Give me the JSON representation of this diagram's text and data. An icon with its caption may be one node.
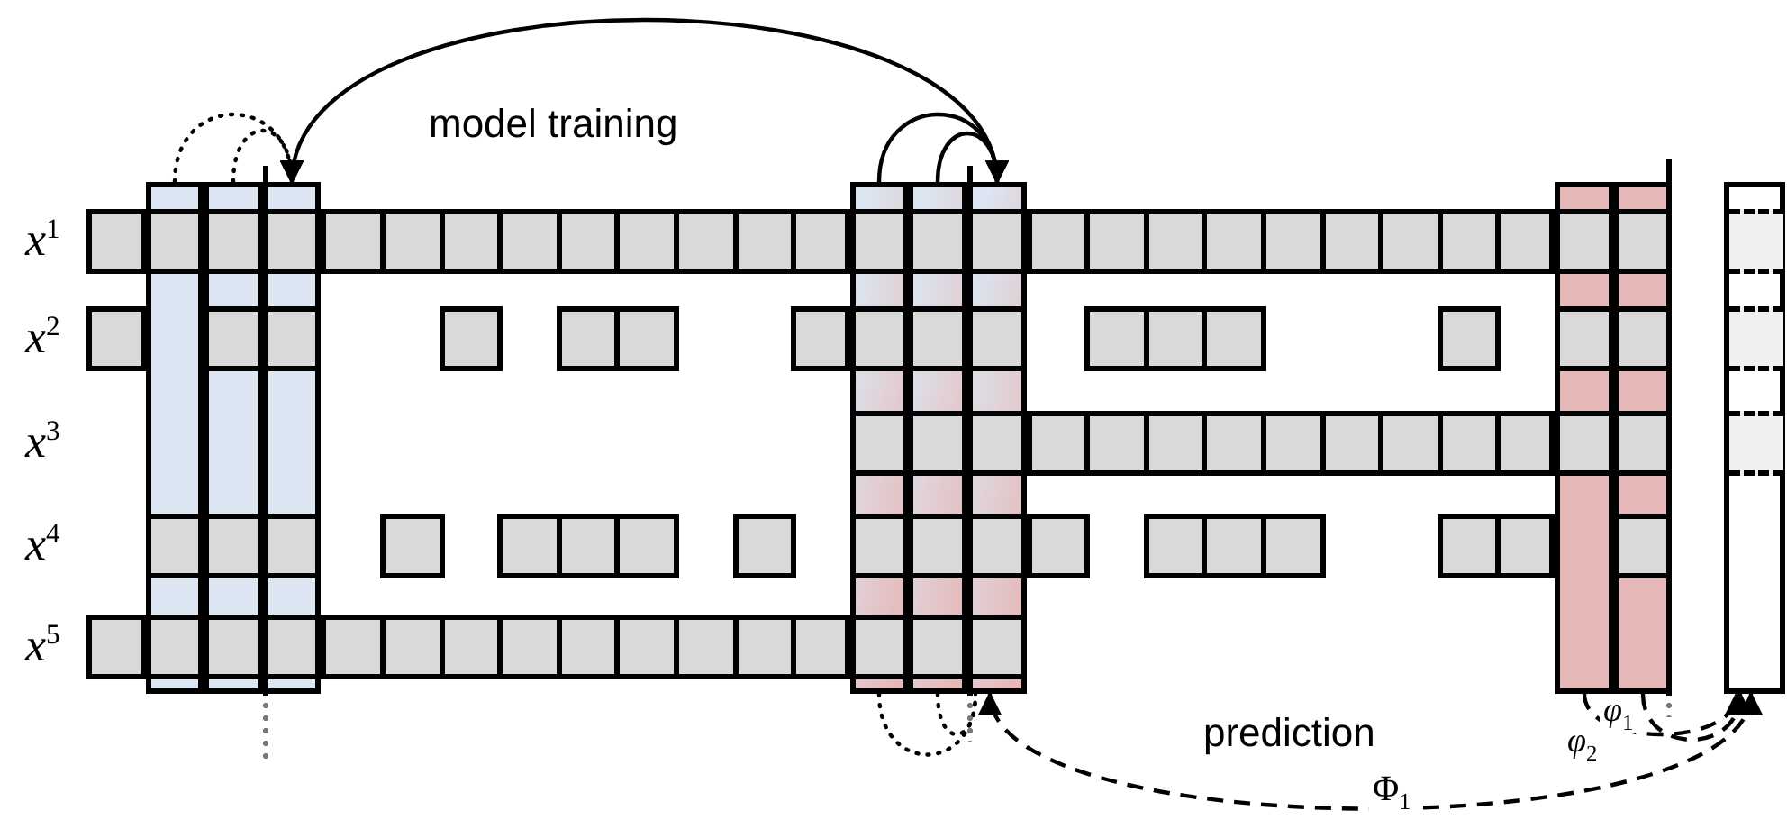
{
  "diagram": {
    "nodes": [
      {
        "text": [],
        "shape": "bar"
      },
      {
        "text": [],
        "shape": "bar"
      },
      {
        "text": [],
        "shape": "bar"
      },
      {
        "text": [],
        "shape": "bar"
      },
      {
        "text": [],
        "shape": "bar"
      },
      {
        "text": [],
        "shape": "bar"
      },
      {
        "text": [],
        "shape": "bar"
      },
      {
        "text": [],
        "shape": "bar"
      },
      {
        "text": [],
        "shape": "bar"
      }
    ],
    "edges": [
      {
        "from": 0,
        "to": 2,
        "arrow": "to",
        "style": "dashed"
      },
      {
        "from": 1,
        "to": 2,
        "arrow": "to",
        "style": "dashed"
      },
      {
        "from": 5,
        "to": 2,
        "arrow": "to"
      },
      {
        "from": 3,
        "to": 5,
        "arrow": "to"
      },
      {
        "from": 4,
        "to": 5,
        "arrow": "to"
      },
      {
        "from": 3,
        "to": 5,
        "arrow": "none",
        "style": "dashed"
      },
      {
        "from": 4,
        "to": 5,
        "arrow": "none",
        "style": "dashed"
      },
      {
        "from": 8,
        "to": 5,
        "arrow": "both",
        "style": "dashed",
        "label": "Φ$_{1}$"
      },
      {
        "from": 6,
        "to": 8,
        "arrow": "to",
        "style": "dashed",
        "label": "*φ*$_{2}$"
      },
      {
        "from": 7,
        "to": 8,
        "arrow": "to",
        "style": "dashed",
        "label": "*φ*$_{1}$"
      }
    ],
    "labels": [
      "model training",
      "*x*$^{1}$",
      "*x*$^{2}$",
      "*x*$^{3}$",
      "*x*$^{4}$",
      "*x*$^{5}$",
      "prediction"
    ]
  }
}
